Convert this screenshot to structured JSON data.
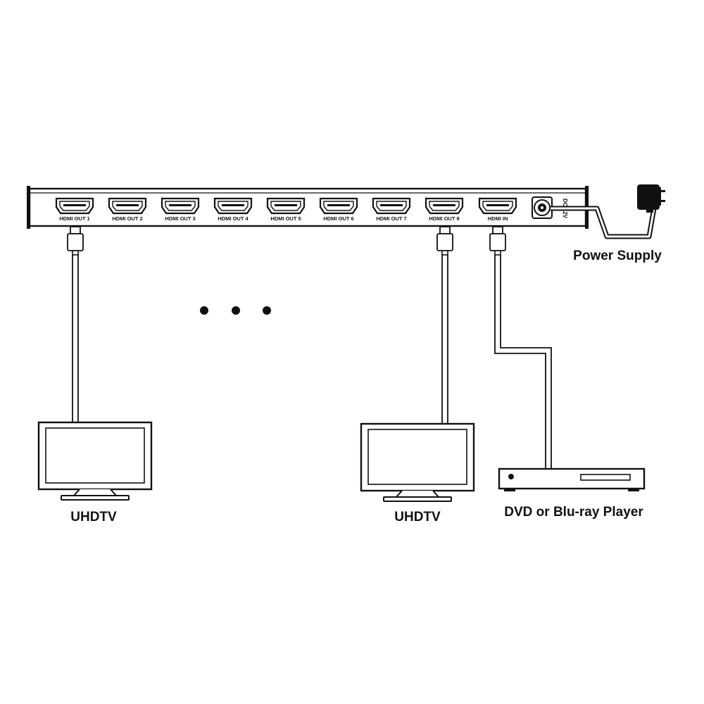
{
  "splitter": {
    "ports": [
      {
        "label": "HDMI OUT 1"
      },
      {
        "label": "HDMI OUT 2"
      },
      {
        "label": "HDMI OUT 3"
      },
      {
        "label": "HDMI OUT 4"
      },
      {
        "label": "HDMI OUT 5"
      },
      {
        "label": "HDMI OUT 6"
      },
      {
        "label": "HDMI OUT 7"
      },
      {
        "label": "HDMI OUT 8"
      },
      {
        "label": "HDMI IN"
      }
    ],
    "dc_label": "DC 12V"
  },
  "labels": {
    "power_supply": "Power Supply",
    "tv_left": "UHDTV",
    "tv_right": "UHDTV",
    "player": "DVD or Blu-ray Player"
  },
  "colors": {
    "line": "#111111",
    "background": "#ffffff"
  }
}
